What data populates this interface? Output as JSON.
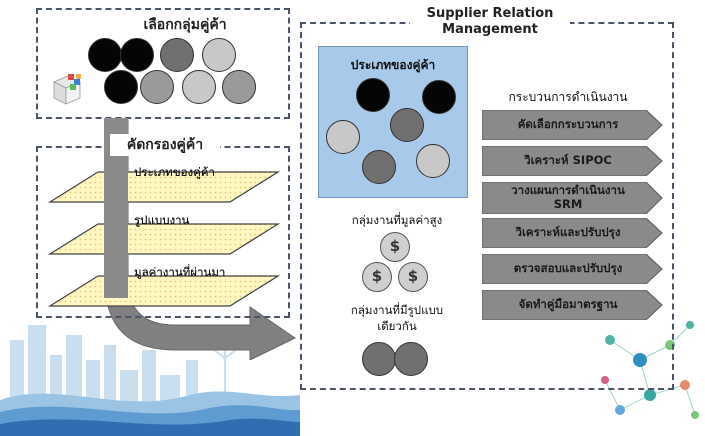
{
  "select_box": {
    "title": "เลือกกลุ่มคู่ค้า"
  },
  "filter_box": {
    "title": "คัดกรองคู่ค้า",
    "layers": [
      "ประเภทของคู่ค้า",
      "รูปแบบงาน",
      "มูลค่างานที่ผ่านมา"
    ]
  },
  "srm_box": {
    "title_line1": "Supplier Relation",
    "title_line2": "Management"
  },
  "supplier_type": {
    "title": "ประเภทของคู่ค้า"
  },
  "high_value_group": {
    "label": "กลุ่มงานที่มูลค่าสูง",
    "coin_symbol": "$"
  },
  "same_pattern_group": {
    "label_line1": "กลุ่มงานที่มีรูปแบบ",
    "label_line2": "เดียวกัน"
  },
  "process": {
    "title": "กระบวนการดำเนินงาน",
    "steps": [
      {
        "line1": "คัดเลือกกระบวนการ",
        "line2": ""
      },
      {
        "line1": "วิเคราะห์ SIPOC",
        "line2": ""
      },
      {
        "line1": "วางแผนการดำเนินงาน",
        "line2": "SRM"
      },
      {
        "line1": "วิเคราะห์และปรับปรุง",
        "line2": ""
      },
      {
        "line1": "ตรวจสอบและปรับปรุง",
        "line2": ""
      },
      {
        "line1": "จัดทำคู่มือมาตรฐาน",
        "line2": ""
      }
    ]
  },
  "colors": {
    "dashed_border": "#4a5668",
    "supplier_panel": "#a9c9ea",
    "step_fill": "#8a8a8a",
    "arrow_fill": "#808080",
    "layer_fill": "#fff6c2"
  }
}
